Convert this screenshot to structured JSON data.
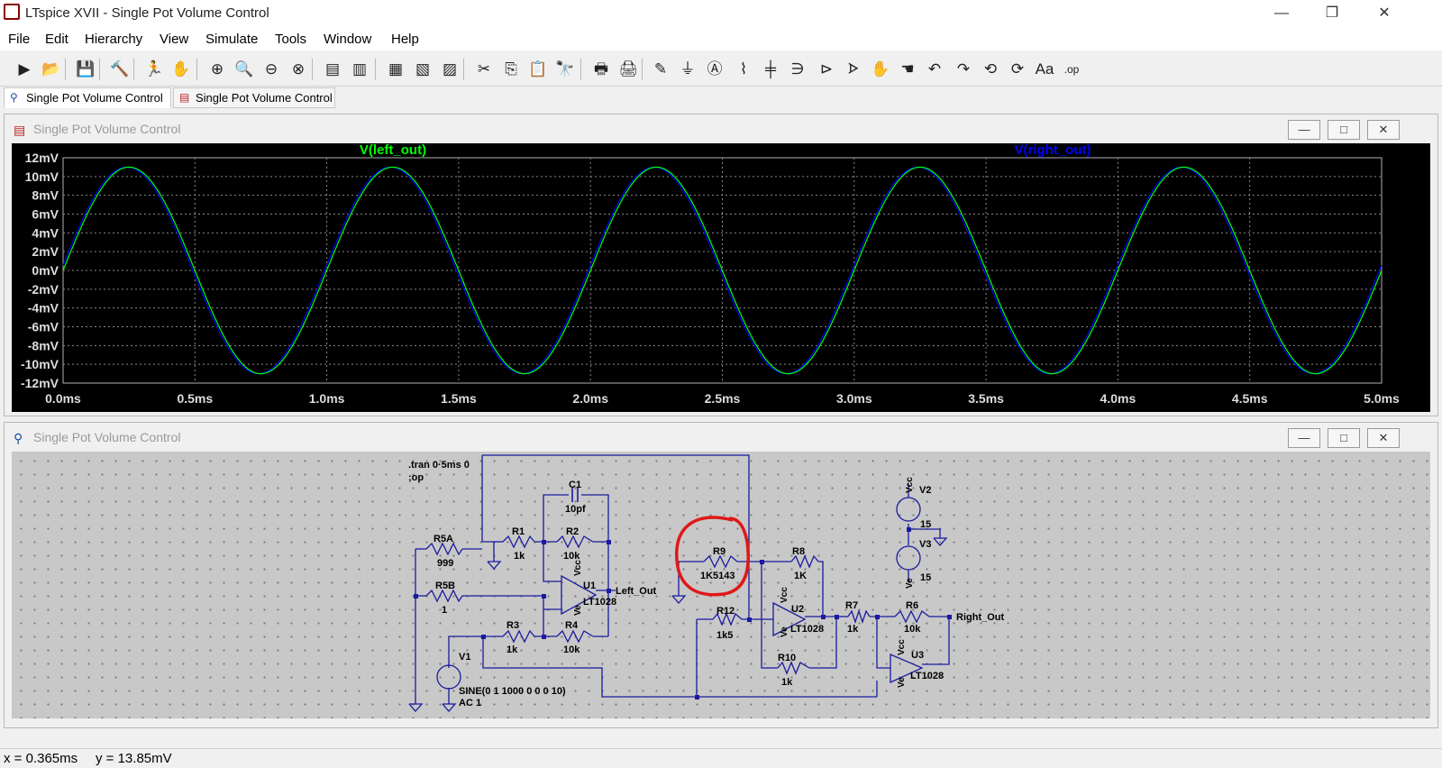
{
  "window": {
    "title": "LTspice XVII - Single Pot Volume Control",
    "minimize": "—",
    "restore": "❐",
    "close": "✕"
  },
  "menu": [
    "File",
    "Edit",
    "Hierarchy",
    "View",
    "Simulate",
    "Tools",
    "Window",
    "Help"
  ],
  "toolbar": [
    {
      "name": "run-icon",
      "glyph": "▶"
    },
    {
      "name": "open-icon",
      "glyph": "📂"
    },
    {
      "name": "save-icon",
      "glyph": "💾"
    },
    {
      "name": "control-panel-icon",
      "glyph": "🔨"
    },
    {
      "name": "run-man-icon",
      "glyph": "🏃"
    },
    {
      "name": "halt-icon",
      "glyph": "✋"
    },
    {
      "name": "zoom-in-icon",
      "glyph": "⊕"
    },
    {
      "name": "zoom-pan-icon",
      "glyph": "🔍"
    },
    {
      "name": "zoom-out-icon",
      "glyph": "⊖"
    },
    {
      "name": "zoom-fit-icon",
      "glyph": "⊗"
    },
    {
      "name": "autorange-icon",
      "glyph": "▤"
    },
    {
      "name": "waveform-icon",
      "glyph": "▥"
    },
    {
      "name": "tile-icon",
      "glyph": "▦"
    },
    {
      "name": "cascade-icon",
      "glyph": "▧"
    },
    {
      "name": "arrange-icon",
      "glyph": "▨"
    },
    {
      "name": "cut-icon",
      "glyph": "✂"
    },
    {
      "name": "copy-icon",
      "glyph": "⎘"
    },
    {
      "name": "paste-icon",
      "glyph": "📋"
    },
    {
      "name": "find-icon",
      "glyph": "🔭"
    },
    {
      "name": "print-icon",
      "glyph": "🖶"
    },
    {
      "name": "print-setup-icon",
      "glyph": "🖨"
    },
    {
      "name": "wire-icon",
      "glyph": "✎"
    },
    {
      "name": "ground-icon",
      "glyph": "⏚"
    },
    {
      "name": "label-net-icon",
      "glyph": "Ⓐ"
    },
    {
      "name": "resistor-icon",
      "glyph": "⌇"
    },
    {
      "name": "capacitor-icon",
      "glyph": "╪"
    },
    {
      "name": "inductor-icon",
      "glyph": "∋"
    },
    {
      "name": "diode-icon",
      "glyph": "⊳"
    },
    {
      "name": "component-icon",
      "glyph": "ᗌ"
    },
    {
      "name": "move-icon",
      "glyph": "✋"
    },
    {
      "name": "drag-icon",
      "glyph": "☚"
    },
    {
      "name": "undo-icon",
      "glyph": "↶"
    },
    {
      "name": "redo-icon",
      "glyph": "↷"
    },
    {
      "name": "rotate-icon",
      "glyph": "⟲"
    },
    {
      "name": "mirror-icon",
      "glyph": "⟳"
    },
    {
      "name": "text-icon",
      "glyph": "Aa"
    },
    {
      "name": "spice-directive-icon",
      "glyph": ".op"
    }
  ],
  "tabs": [
    {
      "label": "Single Pot Volume Control",
      "active": true
    },
    {
      "label": "Single Pot Volume Control",
      "active": false
    }
  ],
  "plot_window": {
    "title": "Single Pot Volume Control"
  },
  "schematic_window": {
    "title": "Single Pot Volume Control"
  },
  "panel_buttons": {
    "minimize": "—",
    "maximize": "□",
    "close": "✕"
  },
  "chart_data": {
    "type": "line",
    "title": "",
    "xlabel": "",
    "ylabel": "",
    "x_ticks": [
      "0.0ms",
      "0.5ms",
      "1.0ms",
      "1.5ms",
      "2.0ms",
      "2.5ms",
      "3.0ms",
      "3.5ms",
      "4.0ms",
      "4.5ms",
      "5.0ms"
    ],
    "y_ticks": [
      "12mV",
      "10mV",
      "8mV",
      "6mV",
      "4mV",
      "2mV",
      "0mV",
      "-2mV",
      "-4mV",
      "-6mV",
      "-8mV",
      "-10mV",
      "-12mV"
    ],
    "xlim": [
      0,
      5
    ],
    "ylim": [
      -12,
      12
    ],
    "grid": true,
    "background": "#000000",
    "series": [
      {
        "name": "V(left_out)",
        "color": "#00ff00",
        "amplitude_mV": 11,
        "frequency_kHz": 1
      },
      {
        "name": "V(right_out)",
        "color": "#0000ff",
        "amplitude_mV": 11,
        "frequency_kHz": 1
      }
    ]
  },
  "schematic": {
    "directive": [
      ".tran 0·5ms 0",
      ";op"
    ],
    "labels": {
      "c1": "C1",
      "c1v": "10pf",
      "r5a": "R5A",
      "r5av": "999",
      "r5b": "R5B",
      "r5bv": "1",
      "r1": "R1",
      "r1v": "1k",
      "r2": "R2",
      "r2v": "10k",
      "r3": "R3",
      "r3v": "1k",
      "r4": "R4",
      "r4v": "10k",
      "u1": "U1",
      "u1m": "LT1028",
      "left_out": "Left_Out",
      "v1": "V1",
      "v1s": "SINE(0 1 1000 0 0 0 10)",
      "v1ac": "AC 1",
      "r9": "R9",
      "r9v": "1K5143",
      "r8": "R8",
      "r8v": "1K",
      "r12": "R12",
      "r12v": "1k5",
      "u2": "U2",
      "u2m": "LT1028",
      "r10": "R10",
      "r10v": "1k",
      "r7": "R7",
      "r7v": "1k",
      "r6": "R6",
      "r6v": "10k",
      "right_out": "Right_Out",
      "u3": "U3",
      "u3m": "LT1028",
      "v2": "V2",
      "v2v": "15",
      "v3": "V3",
      "v3v": "15",
      "vcc": "Vcc",
      "ve": "Ve"
    }
  },
  "status": {
    "x": "x = 0.365ms",
    "y": "y = 13.85mV"
  }
}
